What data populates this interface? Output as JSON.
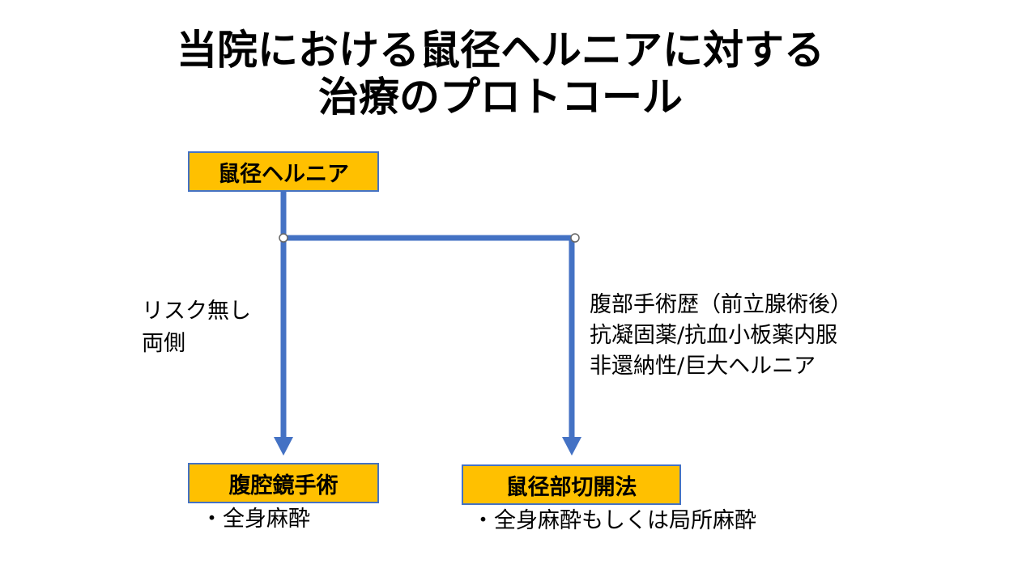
{
  "title": {
    "line1": "当院における鼠径ヘルニアに対する",
    "line2": "治療のプロトコール"
  },
  "root_box": "鼠径ヘルニア",
  "left_branch": {
    "conditions": [
      "リスク無し",
      "両側"
    ],
    "result_box": "腹腔鏡手術",
    "anesthesia": "・全身麻酔"
  },
  "right_branch": {
    "conditions": [
      "腹部手術歴（前立腺術後）",
      "抗凝固薬/抗血小板薬内服",
      "非還納性/巨大ヘルニア"
    ],
    "result_box": "鼠径部切開法",
    "anesthesia": "・全身麻酔もしくは局所麻酔"
  },
  "colors": {
    "box_fill": "#FFC000",
    "connector": "#4472C4"
  }
}
